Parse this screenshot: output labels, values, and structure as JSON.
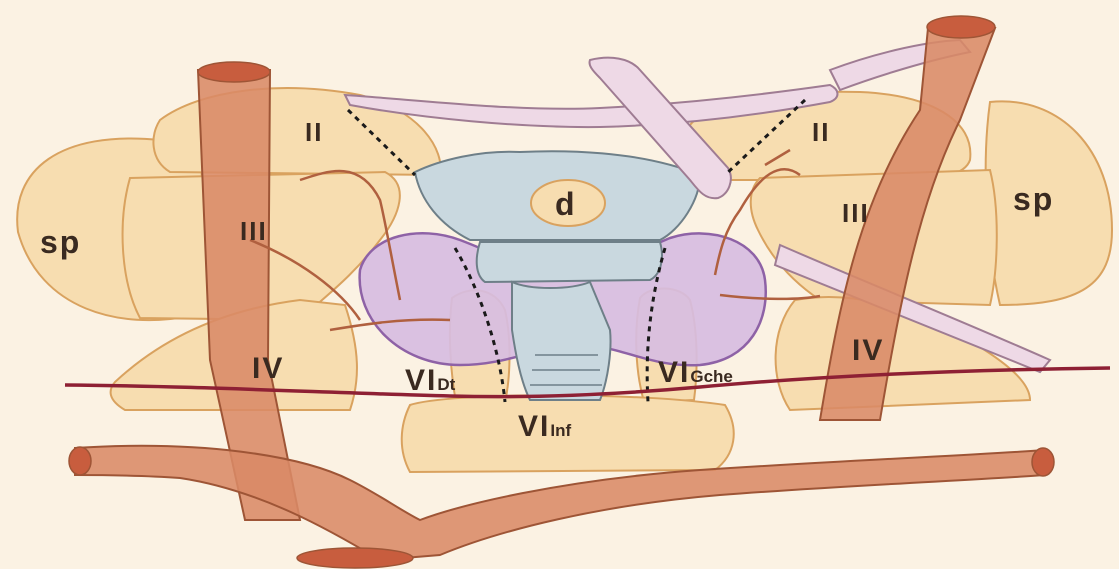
{
  "labels": {
    "level_ii_right_side": "II",
    "level_ii_left_side": "II",
    "level_iii_right_side": "III",
    "level_iii_left_side": "III",
    "level_iv_right_side": "IV",
    "level_iv_left_side": "IV",
    "spinal_right_side": "sp",
    "spinal_left_side": "sp",
    "delphian_node": "d",
    "level_vi_dt_main": "VI",
    "level_vi_dt_sub": "Dt",
    "level_vi_gche_main": "VI",
    "level_vi_gche_sub": "Gche",
    "level_vi_inf_main": "VI",
    "level_vi_inf_sub": "Inf"
  },
  "colors": {
    "background": "#fbf2e3",
    "lymph_zone_fill": "#f7ddb0",
    "lymph_zone_stroke": "#d9a25f",
    "vessel_fill": "#d98a66",
    "vessel_stroke": "#9e5536",
    "vessel_end": "#c85d3e",
    "thyroid_fill": "#d7bde1",
    "thyroid_stroke": "#8e62a6",
    "larynx_fill": "#c9d8df",
    "larynx_stroke": "#6e7f88",
    "mandible_fill": "#eed9e6",
    "mandible_stroke": "#9f7c93",
    "incision_line": "#8e2034",
    "nerve_color": "#b0603f"
  }
}
